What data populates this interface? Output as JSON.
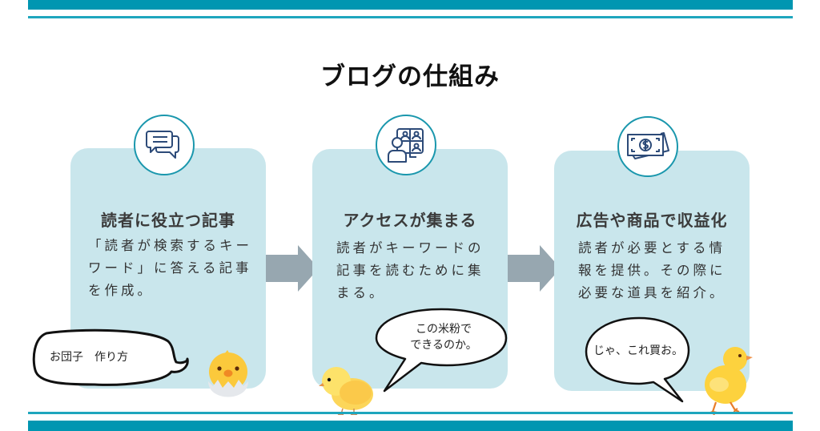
{
  "title": "ブログの仕組み",
  "colors": {
    "accent": "#0096b1",
    "card_bg": "#c9e6ec",
    "arrow": "#97a7b0",
    "icon_stroke": "#2c4a78"
  },
  "steps": [
    {
      "icon": "chat-bubbles-icon",
      "heading": "読者に役立つ記事",
      "body_lines": [
        "「読者が検索するキー",
        "ワード」に答える記事",
        "を作成。"
      ],
      "speech": [
        "お団子　作り方"
      ],
      "character": "hatching-chick"
    },
    {
      "icon": "video-conference-icon",
      "heading": "アクセスが集まる",
      "body_lines": [
        "読者がキーワードの",
        "記事を読むために集",
        "まる。"
      ],
      "speech": [
        "この米粉で",
        "できるのか。"
      ],
      "character": "walking-chick"
    },
    {
      "icon": "money-bills-icon",
      "heading": "広告や商品で収益化",
      "body_lines": [
        "読者が必要とする情",
        "報を提供。その際に",
        "必要な道具を紹介。"
      ],
      "speech": [
        "じゃ、これ買お。"
      ],
      "character": "standing-chick"
    }
  ]
}
